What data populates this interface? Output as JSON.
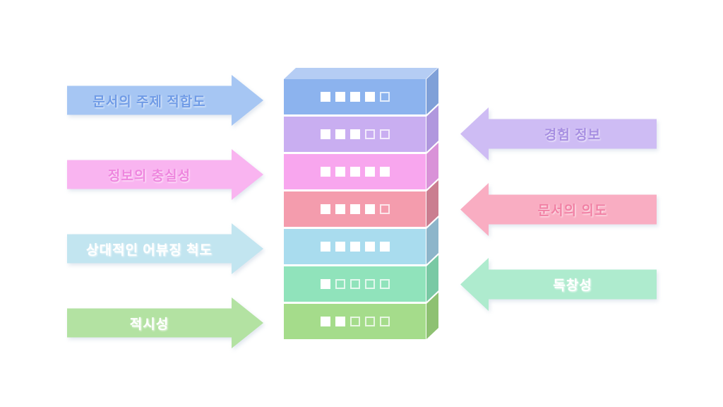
{
  "canvas": {
    "background": "#ffffff"
  },
  "left_arrows": [
    {
      "label": "문서의 주제 적합도",
      "fill": "#a6c6f3",
      "text_color": "#6f9be6"
    },
    {
      "label": "정보의 충실성",
      "fill": "#f9b4f0",
      "text_color": "#ee86de"
    },
    {
      "label": "상대적인 어뷰징 척도",
      "fill": "#c2e5f0",
      "text_color": "#ffffff"
    },
    {
      "label": "적시성",
      "fill": "#b3e2a2",
      "text_color": "#ffffff"
    }
  ],
  "right_arrows": [
    {
      "label": "경험 정보",
      "fill": "#cebcf4",
      "text_color": "#a78fe2"
    },
    {
      "label": "문서의 의도",
      "fill": "#f9adc2",
      "text_color": "#f180a4"
    },
    {
      "label": "독창성",
      "fill": "#aeebce",
      "text_color": "#ffffff"
    }
  ],
  "tower": {
    "top_face_color": "#b5cdf4",
    "rating_scale_max": 5,
    "blocks": [
      {
        "front": "#8cb3ee",
        "side": "#7fa0d8",
        "filled": 4,
        "total": 5
      },
      {
        "front": "#c9aef1",
        "side": "#b097de",
        "filled": 3,
        "total": 5
      },
      {
        "front": "#f8a6ee",
        "side": "#d992d8",
        "filled": 5,
        "total": 5
      },
      {
        "front": "#f49cad",
        "side": "#ca7e90",
        "filled": 4,
        "total": 5
      },
      {
        "front": "#a9dcee",
        "side": "#8db5ca",
        "filled": 5,
        "total": 5
      },
      {
        "front": "#90e3bb",
        "side": "#79c9a4",
        "filled": 1,
        "total": 5
      },
      {
        "front": "#a5dc8b",
        "side": "#8ec172",
        "filled": 2,
        "total": 5
      }
    ]
  }
}
